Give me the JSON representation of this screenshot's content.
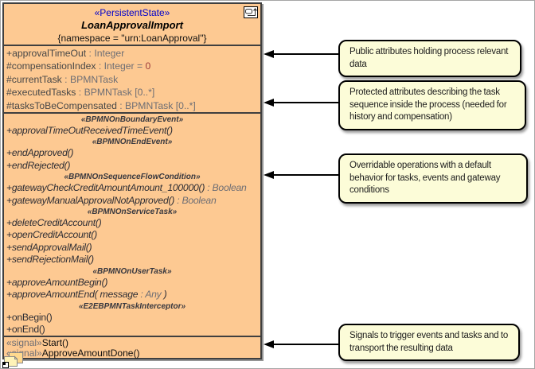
{
  "colors": {
    "class_fill": "#FDC992",
    "class_border": "#3F3F3F",
    "note_fill": "#FCFCD8",
    "stereotype_blue": "#0000CC",
    "arrow_black": "#000000"
  },
  "class_box": {
    "stereotype": "«PersistentState»",
    "name": "LoanApprovalImport",
    "namespace": "{namespace = \"urn:LoanApproval\"}",
    "header_icon": "composite-state-icon",
    "footer_icon": "diagram-shortcut-icon",
    "attributes": [
      {
        "segments": [
          {
            "t": "+approvalTimeOut",
            "c": "attr"
          },
          {
            "t": " : Integer",
            "c": "gray"
          }
        ]
      },
      {
        "segments": [
          {
            "t": "#compensationIndex",
            "c": "attr"
          },
          {
            "t": " : Integer = ",
            "c": "gray"
          },
          {
            "t": "0",
            "c": "red"
          }
        ]
      },
      {
        "segments": [
          {
            "t": "#currentTask",
            "c": "attr"
          },
          {
            "t": " : BPMNTask",
            "c": "gray"
          }
        ]
      },
      {
        "segments": [
          {
            "t": "#executedTasks",
            "c": "attr"
          },
          {
            "t": " : BPMNTask [0..*]",
            "c": "gray"
          }
        ]
      },
      {
        "segments": [
          {
            "t": "#tasksToBeCompensated",
            "c": "attr"
          },
          {
            "t": " : BPMNTask [0..*]",
            "c": "gray"
          }
        ]
      }
    ],
    "operation_lines": [
      {
        "kind": "stereotype",
        "text": "«BPMNOnBoundaryEvent»"
      },
      {
        "kind": "op",
        "italic": true,
        "segments": [
          {
            "t": "+approvalTimeOutReceivedTimeEvent()",
            "c": "dark"
          }
        ]
      },
      {
        "kind": "stereotype",
        "text": "«BPMNOnEndEvent»"
      },
      {
        "kind": "op",
        "italic": true,
        "segments": [
          {
            "t": "+endApproved()",
            "c": "dark"
          }
        ]
      },
      {
        "kind": "op",
        "italic": true,
        "segments": [
          {
            "t": "+endRejected()",
            "c": "dark"
          }
        ]
      },
      {
        "kind": "stereotype",
        "text": "«BPMNOnSequenceFlowCondition»"
      },
      {
        "kind": "op",
        "italic": true,
        "segments": [
          {
            "t": "+gatewayCheckCreditAmountAmount_100000()",
            "c": "dark"
          },
          {
            "t": " : Boolean",
            "c": "gray"
          }
        ]
      },
      {
        "kind": "op",
        "italic": true,
        "segments": [
          {
            "t": "+gatewayManualApprovalNotApproved()",
            "c": "dark"
          },
          {
            "t": " : Boolean",
            "c": "gray"
          }
        ]
      },
      {
        "kind": "stereotype",
        "text": "«BPMNOnServiceTask»"
      },
      {
        "kind": "op",
        "italic": true,
        "segments": [
          {
            "t": "+deleteCreditAccount()",
            "c": "dark"
          }
        ]
      },
      {
        "kind": "op",
        "italic": true,
        "segments": [
          {
            "t": "+openCreditAccount()",
            "c": "dark"
          }
        ]
      },
      {
        "kind": "op",
        "italic": true,
        "segments": [
          {
            "t": "+sendApprovalMail()",
            "c": "dark"
          }
        ]
      },
      {
        "kind": "op",
        "italic": true,
        "segments": [
          {
            "t": "+sendRejectionMail()",
            "c": "dark"
          }
        ]
      },
      {
        "kind": "stereotype",
        "text": "«BPMNOnUserTask»"
      },
      {
        "kind": "op",
        "italic": true,
        "segments": [
          {
            "t": "+approveAmountBegin()",
            "c": "dark"
          }
        ]
      },
      {
        "kind": "op",
        "italic": true,
        "segments": [
          {
            "t": "+approveAmountEnd( message",
            "c": "dark"
          },
          {
            "t": " : Any",
            "c": "gray"
          },
          {
            "t": " )",
            "c": "dark"
          }
        ]
      },
      {
        "kind": "stereotype",
        "text": "«E2EBPMNTaskInterceptor»"
      },
      {
        "kind": "op",
        "italic": false,
        "segments": [
          {
            "t": "+onBegin()",
            "c": "dark"
          }
        ]
      },
      {
        "kind": "op",
        "italic": false,
        "segments": [
          {
            "t": "+onEnd()",
            "c": "dark"
          }
        ]
      }
    ],
    "signals": [
      {
        "segments": [
          {
            "t": "«signal»",
            "c": "gray"
          },
          {
            "t": "Start()",
            "c": "black"
          }
        ]
      },
      {
        "segments": [
          {
            "t": "«signal»",
            "c": "gray"
          },
          {
            "t": "ApproveAmountDone()",
            "c": "black"
          }
        ]
      }
    ]
  },
  "notes": [
    {
      "text": "Public attributes holding process relevant data"
    },
    {
      "text": "Protected attributes describing the task sequence inside the process (needed for history and compensation)"
    },
    {
      "text": "Overridable operations with a default behavior for tasks, events and gateway conditions"
    },
    {
      "text": "Signals to trigger events and tasks and to transport the resulting data"
    }
  ]
}
